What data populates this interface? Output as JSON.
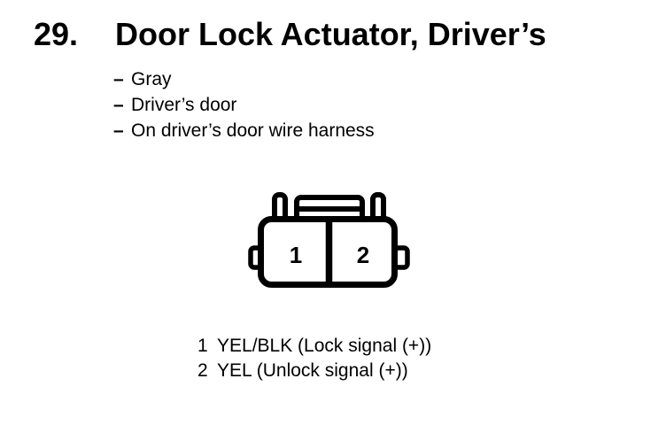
{
  "colors": {
    "ink": "#000000",
    "paper": "#ffffff"
  },
  "header": {
    "item_number": "29.",
    "title": "Door Lock Actuator, Driver’s"
  },
  "details": {
    "bullet": "–",
    "items": [
      "Gray",
      "Driver’s door",
      "On driver’s door wire harness"
    ]
  },
  "connector": {
    "description": "2-cavity connector, front view",
    "cavities": [
      {
        "label": "1"
      },
      {
        "label": "2"
      }
    ]
  },
  "legend": {
    "rows": [
      {
        "pin": "1",
        "description": "YEL/BLK (Lock signal (+))"
      },
      {
        "pin": "2",
        "description": "YEL (Unlock signal (+))"
      }
    ]
  }
}
